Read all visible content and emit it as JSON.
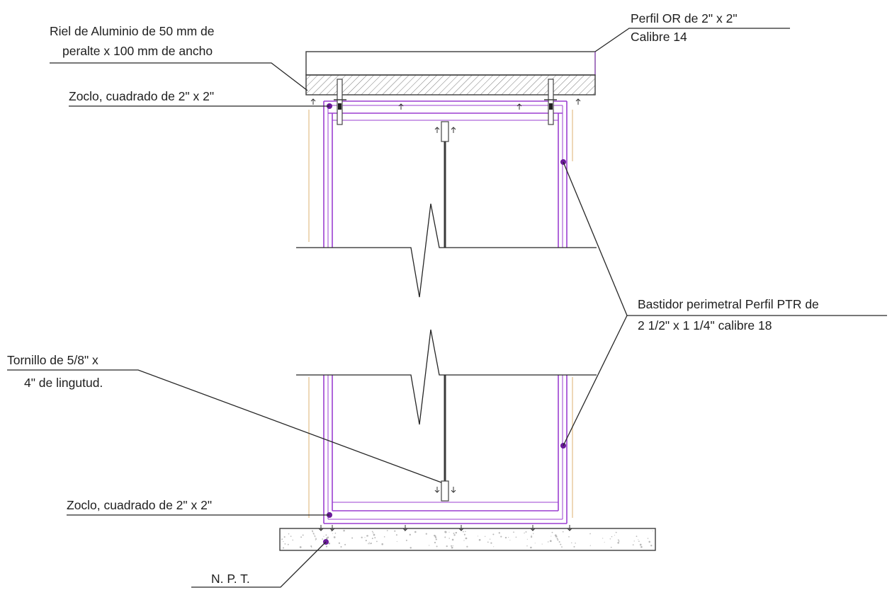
{
  "labels": {
    "perfil_or_line1": "Perfil  OR de 2\" x 2\"",
    "perfil_or_line2": "Calibre 14",
    "riel_line1": "Riel de Aluminio de 50 mm de",
    "riel_line2": "peralte  x 100 mm de ancho",
    "zoclo_top": "Zoclo, cuadrado de 2\" x 2\"",
    "bastidor_line1": "Bastidor perimetral Perfil PTR de",
    "bastidor_line2": "2 1/2\" x  1 1/4\" calibre 18",
    "tornillo_line1": "Tornillo de 5/8\" x",
    "tornillo_line2": "4\" de lingutud.",
    "zoclo_bottom": "Zoclo, cuadrado de 2\" x 2\"",
    "npt": "N. P. T."
  },
  "colors": {
    "frame": "#9b3fd1",
    "marker": "#6a1b9a",
    "jamb": "#e7c79a",
    "line": "#262626"
  }
}
